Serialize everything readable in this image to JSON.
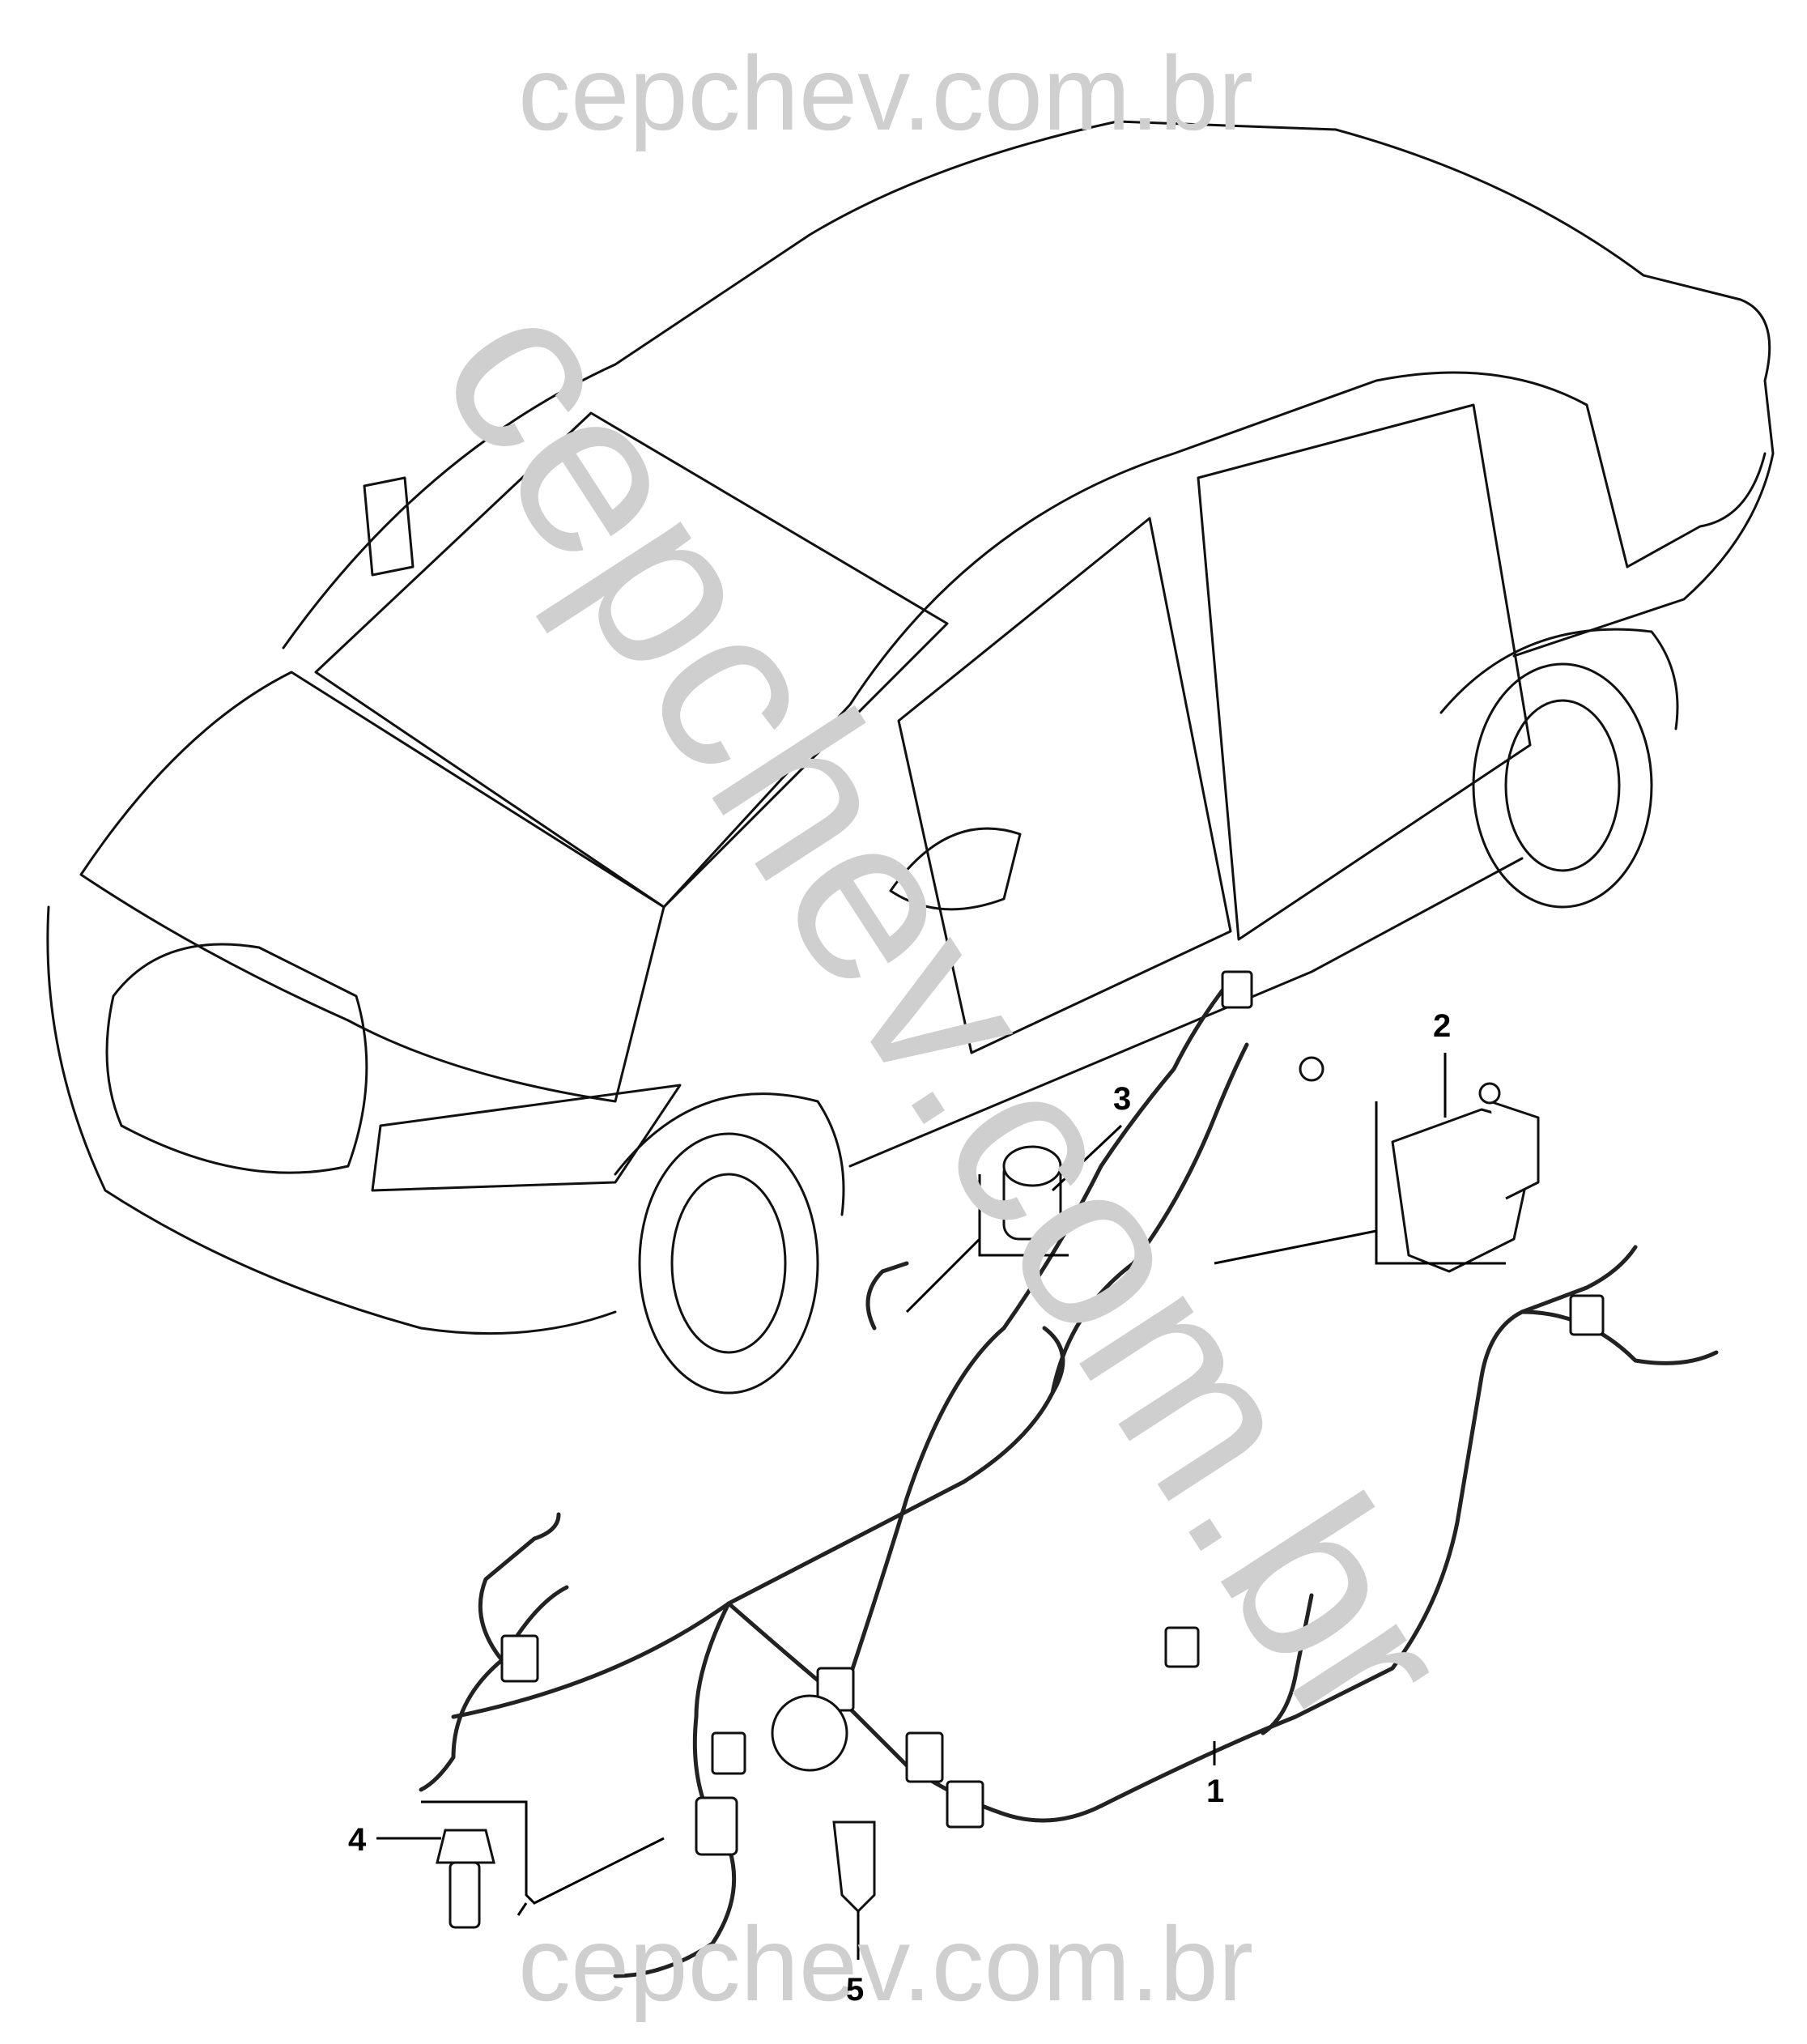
{
  "watermarks": {
    "top": "cepchev.com.br",
    "diagonal": "cepchev.com.br",
    "bottom": "cepchev.com.br"
  },
  "callouts": [
    {
      "id": "1",
      "label": "1"
    },
    {
      "id": "2",
      "label": "2"
    },
    {
      "id": "3",
      "label": "3"
    },
    {
      "id": "4",
      "label": "4"
    },
    {
      "id": "5",
      "label": "5"
    }
  ]
}
